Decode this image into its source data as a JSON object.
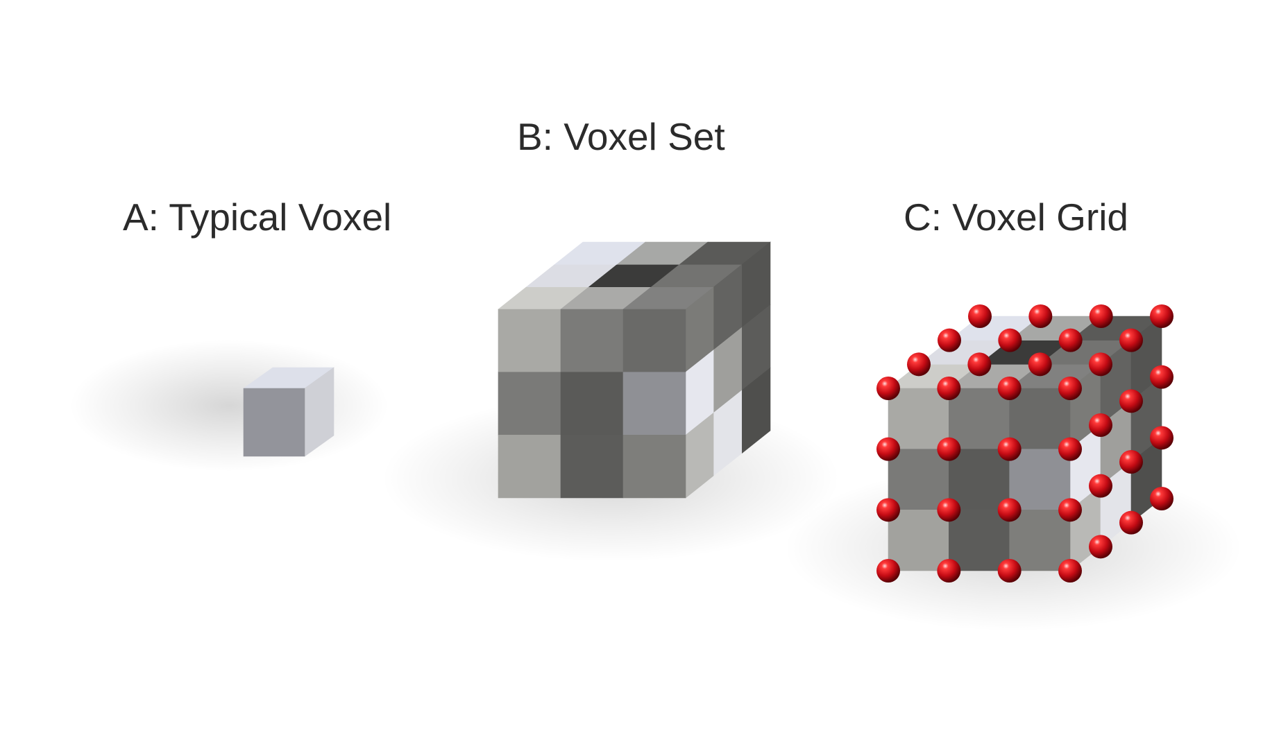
{
  "labels": {
    "a": "A: Typical Voxel",
    "b": "B: Voxel Set",
    "c": "C: Voxel Grid"
  },
  "voxel_set": {
    "grid_size": 3,
    "front_shades": [
      [
        "#a9a9a5",
        "#7b7b79",
        "#6a6a68"
      ],
      [
        "#7a7a78",
        "#5a5a58",
        "#8f9095"
      ],
      [
        "#a2a29e",
        "#5c5c5a",
        "#7e7e7b"
      ]
    ],
    "top_shades": [
      [
        "#dfe2ec",
        "#a7a8a6",
        "#5a5a58"
      ],
      [
        "#dcdde4",
        "#3b3b3a",
        "#737371"
      ],
      [
        "#cdcdc9",
        "#aaaaa8",
        "#818180"
      ]
    ],
    "side_shades": [
      [
        "#7b7b78",
        "#636361",
        "#545452"
      ],
      [
        "#e6e7ee",
        "#9f9f9c",
        "#5c5c5a"
      ],
      [
        "#b9b9b6",
        "#e3e4e9",
        "#4f4f4d"
      ]
    ]
  },
  "voxel_grid": {
    "node_color": "#d0101a",
    "node_highlight": "#ffd6d6",
    "nodes_per_edge": 4
  },
  "typical_voxel": {
    "front": "#93949b",
    "top": "#dde0ea",
    "side": "#cfd0d6"
  }
}
